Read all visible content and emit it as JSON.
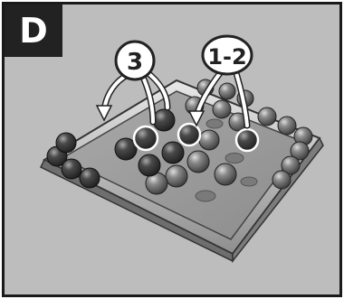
{
  "panel": {
    "step_letter": "D"
  },
  "callouts": {
    "left_label": "3",
    "right_label": "1-2"
  },
  "colors": {
    "panel_background": "#bdbdbd",
    "badge_background": "#222222",
    "border": "#1a1a1a",
    "board": "#9a9a9a"
  },
  "icons": {
    "arrow": "curved-arrow-icon",
    "marble": "marble-icon"
  }
}
